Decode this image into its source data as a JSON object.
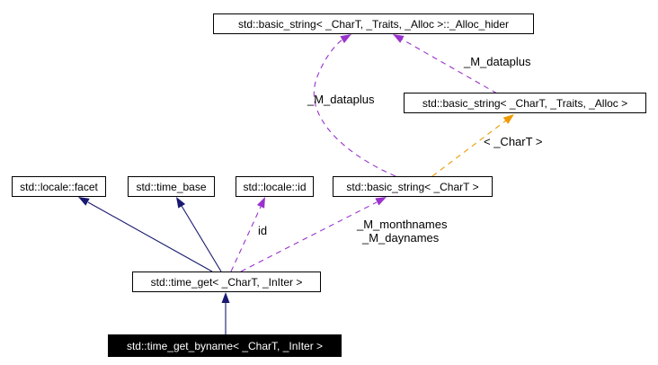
{
  "nodes": {
    "alloc_hider": "std::basic_string< _CharT, _Traits, _Alloc >::_Alloc_hider",
    "basic_string_full": "std::basic_string< _CharT, _Traits, _Alloc >",
    "locale_facet": "std::locale::facet",
    "time_base": "std::time_base",
    "locale_id": "std::locale::id",
    "basic_string_chart": "std::basic_string< _CharT >",
    "time_get": "std::time_get< _CharT, _InIter >",
    "time_get_byname": "std::time_get_byname< _CharT, _InIter >"
  },
  "edge_labels": {
    "dataplus_left": "_M_dataplus",
    "dataplus_right": "_M_dataplus",
    "template_args": "< _CharT >",
    "monthnames": "_M_monthnames",
    "daynames": "_M_daynames",
    "id": "id"
  },
  "colors": {
    "inheritance": "#191970",
    "usage": "#9A32CD",
    "template": "#EE9A00",
    "node_border": "#000000",
    "focus_bg": "#000000",
    "focus_text": "#FFFFFF",
    "background": "#FFFFFF"
  }
}
